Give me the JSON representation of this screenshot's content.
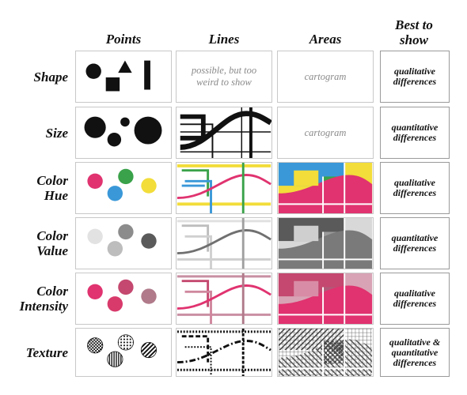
{
  "columns": {
    "points": "Points",
    "lines": "Lines",
    "areas": "Areas",
    "best": "Best to\nshow"
  },
  "rows": [
    {
      "label": "Shape",
      "best": "qualitative\ndifferences",
      "lines_note": "possible, but too\nweird to show",
      "areas_note": "cartogram"
    },
    {
      "label": "Size",
      "best": "quantitative\ndifferences",
      "areas_note": "cartogram"
    },
    {
      "label": "Color\nHue",
      "best": "qualitative\ndifferences"
    },
    {
      "label": "Color\nValue",
      "best": "quantitative\ndifferences"
    },
    {
      "label": "Color\nIntensity",
      "best": "qualitative\ndifferences"
    },
    {
      "label": "Texture",
      "best": "qualitative &\nquantitative\ndifferences"
    }
  ],
  "palette": {
    "black": "#111111",
    "hue_pink": "#e0336f",
    "hue_green": "#3aa24a",
    "hue_blue": "#3a98d8",
    "hue_yellow": "#f2dd3a",
    "value_light": "#dcdcdc",
    "value_mid": "#9a9a9a",
    "value_dark": "#5a5a5a",
    "intensity_strong": "#e0336f",
    "intensity_mid": "#c4486f",
    "intensity_weak": "#b07a8a"
  }
}
